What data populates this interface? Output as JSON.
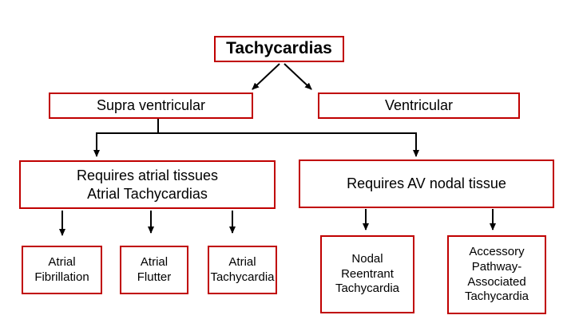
{
  "diagram": {
    "root": {
      "label": "Tachycardias"
    },
    "supraventricular": {
      "label": "Supra ventricular"
    },
    "ventricular": {
      "label": "Ventricular"
    },
    "atrial_tissue": {
      "line1": "Requires atrial tissues",
      "line2": "Atrial Tachycardias"
    },
    "av_nodal": {
      "label": "Requires AV nodal tissue"
    },
    "atrial_fibrillation": {
      "line1": "Atrial",
      "line2": "Fibrillation"
    },
    "atrial_flutter": {
      "line1": "Atrial",
      "line2": "Flutter"
    },
    "atrial_tachycardia": {
      "line1": "Atrial",
      "line2": "Tachycardia"
    },
    "nodal_reentrant": {
      "line1": "Nodal",
      "line2": "Reentrant",
      "line3": "Tachycardia"
    },
    "accessory_pathway": {
      "line1": "Accessory",
      "line2": "Pathway-",
      "line3": "Associated",
      "line4": "Tachycardia"
    },
    "colors": {
      "box_border": "#c00000",
      "connector": "#000000",
      "text": "#000000"
    }
  }
}
